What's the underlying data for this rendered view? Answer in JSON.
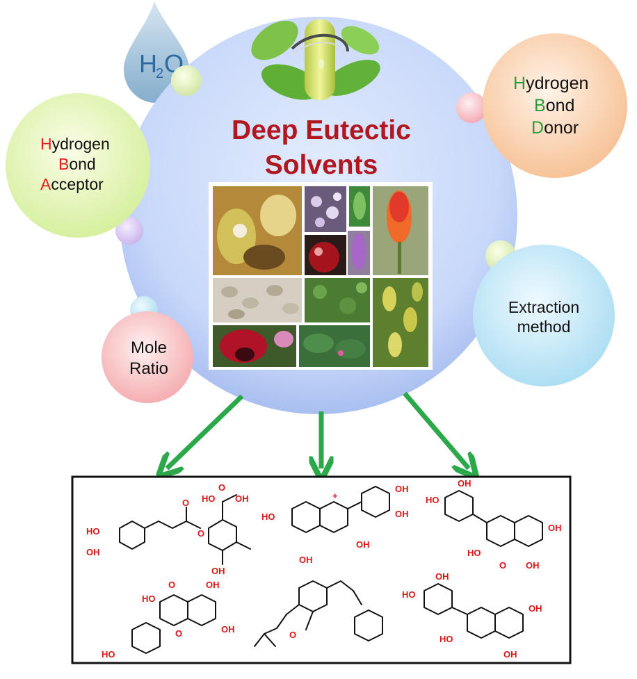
{
  "title": {
    "line1": "Deep Eutectic",
    "line2": "Solvents"
  },
  "water": {
    "h": "H",
    "sub": "2",
    "o": "O"
  },
  "hba": {
    "lines": [
      {
        "initial": "H",
        "rest": "ydrogen"
      },
      {
        "initial": "B",
        "rest": "ond"
      },
      {
        "initial": "A",
        "rest": "cceptor"
      }
    ]
  },
  "hbd": {
    "lines": [
      {
        "initial": "H",
        "rest": "ydrogen"
      },
      {
        "initial": "B",
        "rest": "ond"
      },
      {
        "initial": "D",
        "rest": "onor"
      }
    ]
  },
  "extraction": {
    "line1": "Extraction",
    "line2": "method"
  },
  "mole": {
    "line1": "Mole",
    "line2": "Ratio"
  },
  "colors": {
    "title": "#b0171f",
    "hba_initial": "#e31b1b",
    "hbd_initial": "#2a9d3a",
    "arrow": "#2aa84a",
    "heteroatom": "#d81818"
  },
  "molecules": {
    "chlorogenic": {
      "oh_labels": [
        "HO",
        "OH",
        "HO",
        "O",
        "OH",
        "OH",
        "O",
        "O"
      ]
    },
    "cyanidin": {
      "oh_labels": [
        "HO",
        "OH",
        "OH",
        "OH",
        "OH"
      ],
      "charge": "+"
    },
    "quercetin": {
      "oh_labels": [
        "OH",
        "HO",
        "OH",
        "HO",
        "OH",
        "O"
      ]
    },
    "kaempferol": {
      "oh_labels": [
        "O",
        "OH",
        "HO",
        "OH",
        "HO",
        "O"
      ]
    },
    "prenyl": {
      "oh_labels": [
        "O"
      ]
    },
    "catechin": {
      "oh_labels": [
        "OH",
        "HO",
        "OH",
        "HO",
        "OH"
      ]
    }
  }
}
